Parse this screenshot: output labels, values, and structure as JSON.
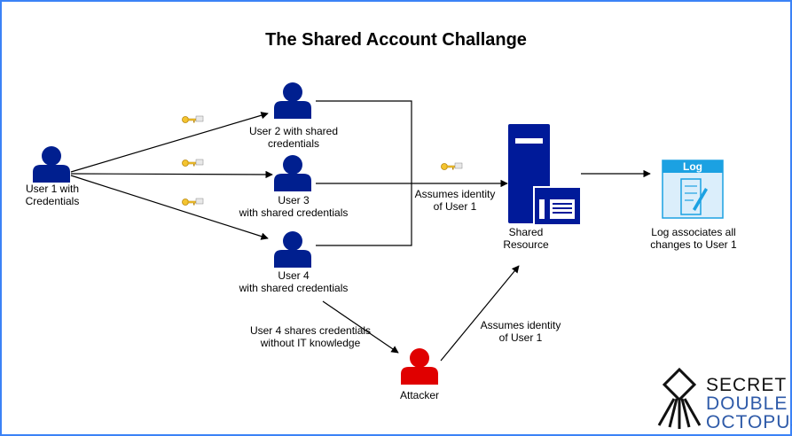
{
  "title": "The Shared Account Challange",
  "nodes": {
    "user1": "User 1 with\nCredentials",
    "user2": "User 2 with shared\ncredentials",
    "user3": "User 3\nwith shared credentials",
    "user4": "User 4\nwith shared credentials",
    "attacker": "Attacker",
    "shared_resource": "Shared\nResource",
    "log_header": "Log",
    "log_caption": "Log associates all\nchanges to User 1"
  },
  "edge_labels": {
    "assumes_identity_1": "Assumes identity\nof User 1",
    "assumes_identity_2": "Assumes identity\nof User 1",
    "shares": "User 4 shares credentials\nwithout IT knowledge"
  },
  "brand": {
    "line1": "SECRET",
    "line2": "DOUBLE",
    "line3": "OCTOPUS"
  },
  "colors": {
    "user": "#001f8f",
    "attacker": "#e00000",
    "server": "#001a99",
    "log": "#1ba1e2",
    "brand_dark": "#111111",
    "brand_blue": "#2e5aa8",
    "frame": "#3b82f6",
    "key": "#f4c430"
  }
}
